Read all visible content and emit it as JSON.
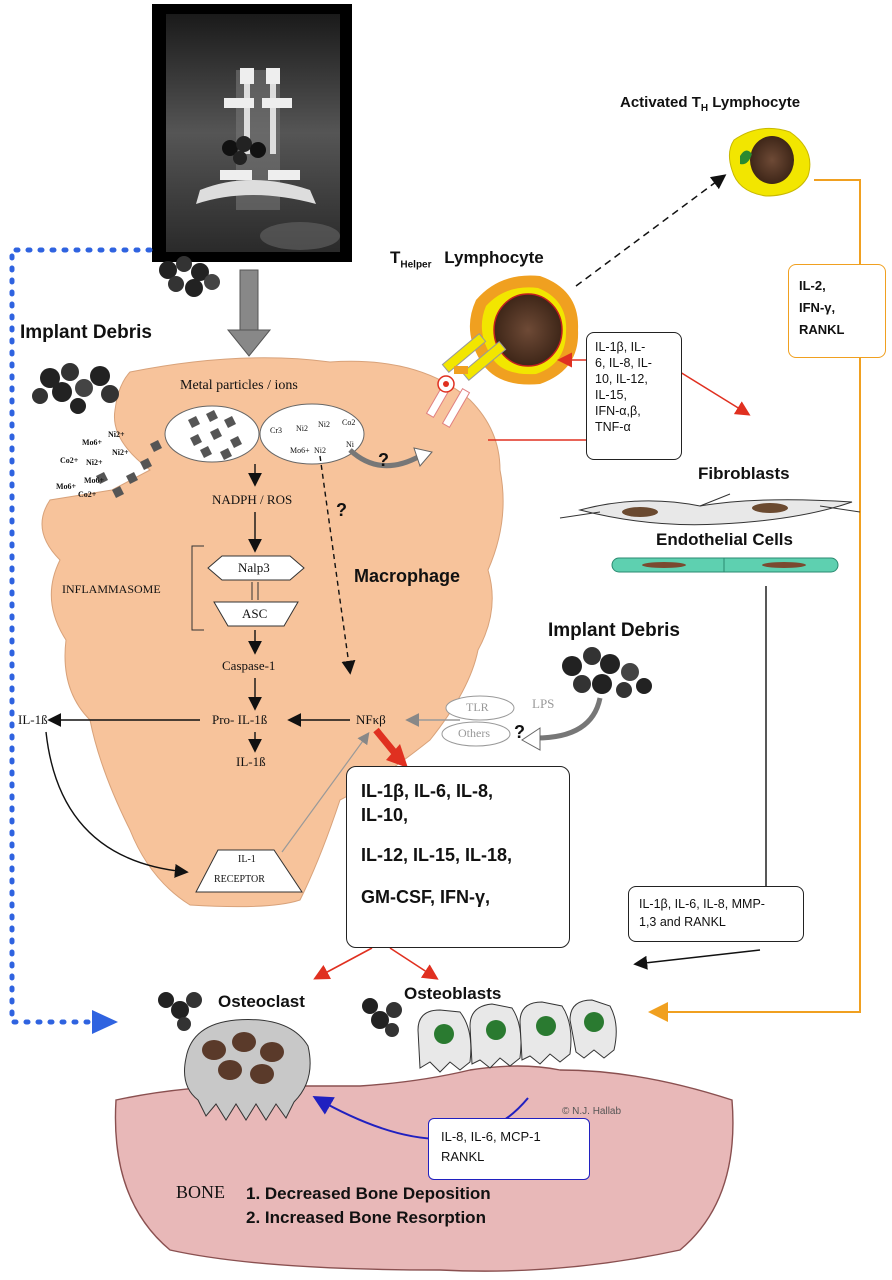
{
  "labels": {
    "implant_debris_left": "Implant Debris",
    "implant_debris_right": "Implant Debris",
    "metal_particles": "Metal particles / ions",
    "nadph": "NADPH / ROS",
    "inflammasome": "INFLAMMASOME",
    "nalp3": "Nalp3",
    "asc": "ASC",
    "caspase": "Caspase-1",
    "pro_il1b": "Pro- IL-1ß",
    "il1b_inner": "IL-1ß",
    "il1b_outer": "IL-1ß",
    "nfkb": "NFκβ",
    "macrophage": "Macrophage",
    "tlr": "TLR",
    "others": "Others",
    "lps": "LPS",
    "question": "?",
    "il1_receptor_line1": "IL-1",
    "il1_receptor_line2": "RECEPTOR",
    "thelper_main": "T",
    "thelper_sub": "Helper",
    "thelper_rest": "Lymphocyte",
    "activated_main": "Activated T",
    "activated_sub": "H",
    "activated_rest": " Lymphocyte",
    "fibroblasts": "Fibroblasts",
    "endothelial": "Endothelial Cells",
    "osteoclast": "Osteoclast",
    "osteoblasts": "Osteoblasts",
    "bone": "BONE",
    "bone_item1": "1.   Decreased Bone Deposition",
    "bone_item2": "2.   Increased Bone Resorption",
    "copyright": "© N.J. Hallab"
  },
  "ions": {
    "left": [
      "Mo6+",
      "Ni2+",
      "Co2+",
      "Ni2+",
      "Mo6+",
      "Mo6+",
      "Co2+",
      "Ni2+"
    ],
    "oval_right": [
      "Cr3",
      "Ni2",
      "Ni2",
      "Co2",
      "Mo6+",
      "Ni2",
      "Ni"
    ]
  },
  "boxes": {
    "th_cytokines": [
      "IL-1β, IL-",
      "6, IL-8, IL-",
      "10, IL-12,",
      "IL-15,",
      "IFN-α,β,",
      "TNF-α"
    ],
    "activated_cytokines": [
      "IL-2,",
      "IFN-γ,",
      "RANKL"
    ],
    "macro_cytokines": [
      "IL-1β, IL-6, IL-8,",
      "IL-10,",
      "IL-12, IL-15,  IL-18,",
      "GM-CSF, IFN-γ,"
    ],
    "fibro_cytokines": [
      "IL-1β, IL-6, IL-8, MMP-",
      "1,3 and RANKL"
    ],
    "osteoblast_cytokines": [
      "IL-8, IL-6, MCP-1",
      "RANKL"
    ]
  },
  "colors": {
    "macrophage": "#f7c39b",
    "bone": "#e8b8b8",
    "lymph_yellow": "#f2e600",
    "lymph_orange": "#f0a020",
    "cell_brown": "#5a3a2a",
    "dotted_blue": "#2f63e0",
    "orange_line": "#f0a020",
    "red_arrow": "#e03020",
    "endothelial": "#5ed0b0",
    "osteo_blue": "#2020c0"
  }
}
